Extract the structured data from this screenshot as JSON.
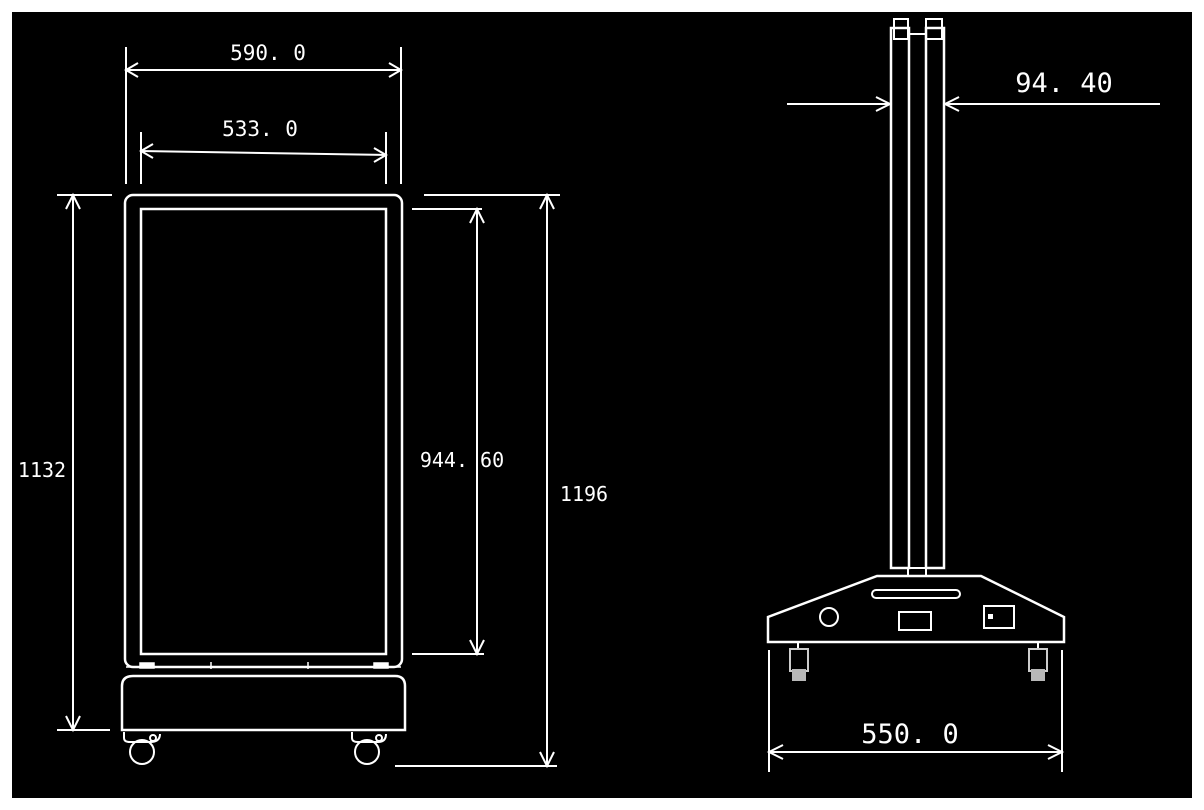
{
  "colors": {
    "background": "#000000",
    "line": "#ffffff",
    "caster": "#b8b8b8",
    "frame": "#ffffff"
  },
  "front_view": {
    "overall_width": "590. 0",
    "inner_width": "533. 0",
    "total_height_left": "1132",
    "screen_height": "944. 60",
    "total_height_right": "1196"
  },
  "side_view": {
    "pole_depth": "94. 40",
    "base_width": "550. 0"
  }
}
